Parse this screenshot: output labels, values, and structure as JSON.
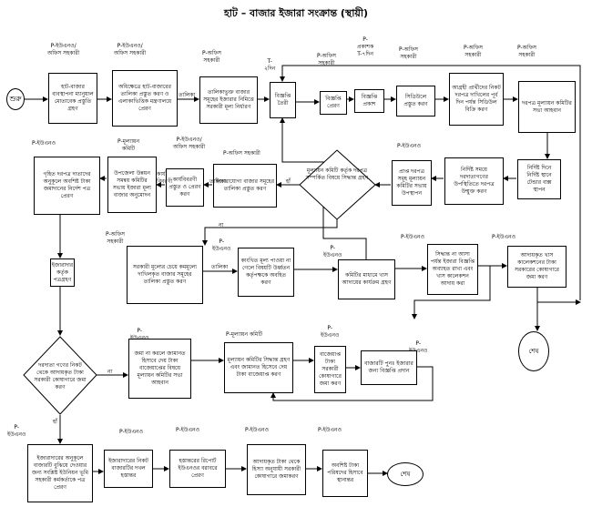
{
  "title": "হাট – বাজার ইজারা সংক্রান্ত (স্থায়ী)",
  "start_label": "শুরু",
  "end_label": "শেষ",
  "actors": {
    "a1": "P-ইউএনও/\nঅফিস সহকারী",
    "a2": "P-ইউএনও/\nঅফিস সহকারী",
    "a3": "P-অফিস\nসহকারী",
    "a4": "T-\n২দিন",
    "a5": "P-অফিস\nসহকারী",
    "a6": "P-\nপ্রকাশক\nT-৭দিন",
    "a7": "P-অফিস\nসহকারী",
    "a8": "P-অফিস\nসহকারী",
    "a9": "P-অফিস\nসহকারী",
    "b1": "P-ইউএনও",
    "b2": "P-মূল্যায়ন\nকমিটি",
    "b3": "P-ইউএনও/\nঅফিস সহকারী",
    "b4": "P-অফিস সহকারী",
    "b5": "P-ইউএনও",
    "c1": "P-অফিস\nসহকারী",
    "c2": "P-\nইউএনও",
    "c3": "P-\nইউএনও",
    "c4": "P-ইউএনও",
    "c5": "P-ইউএনও",
    "d1": "P-\nইউএনও",
    "d2": "P-মূল্যায়ন কমিটি",
    "d3": "P-\nইউএনও",
    "d4": "P-\nইউএনও",
    "e1": "P-\nইউএনও",
    "e2": "P-ইউএনও",
    "e3": "P-ইউএনও",
    "e4": "P-ইউএনও",
    "e5": "P-ইউএনও"
  },
  "boxes": {
    "r1b1": "হাট-বাজার ব্যবস্থাপনা ম্যানুয়াল মোতাবেক প্রস্তুতি গ্রহণ",
    "r1b2": "অধিক্ষেত্রে হাট-বাজারের তালিকা প্রস্তুত করণ ও এলাকাভিত্তিক মন্ত্রণালয়ে প্রেরণ",
    "r1b3": "তালিকাভুক্ত বাজার সমূহের ইজারার নিমিত্তে সরকারী মূল্য নির্ধারণ",
    "r1b4": "বিজ্ঞপ্তি তৈরী",
    "r1b5": "বিজ্ঞপ্তি প্রেরণ",
    "r1b6": "বিজ্ঞপ্তি প্রকাশ",
    "r1b7": "সিডিউলে প্রস্তুত করণ",
    "r1b8": "আগ্রহী প্রার্থীদের নিকট দরপত্র দাখিলের পূর্ব দিন পর্যন্ত সিডিউল বিক্রি করণ",
    "r1b9": "দরপত্র মূল্যায়ন কমিটির সভা আহবান",
    "r2b1": "গৃহিত দরপত্র দাতাদের অনুকূলে অবশিষ্ট টাকা জমাদানের নির্দেশ পত্র প্রেরণ",
    "r2b2": "উপজেলা উন্নয়ন সমন্বয় কমিটির সভায় ইজারা মূল্য বাজার অনুমোদন",
    "r2b3": "কার্যবিবরণী প্রস্তুত ও প্রেরণ করণ",
    "r2b4": "ইজারাযোগ্য বাজার সমূহের তালিকা প্রস্তুত করণ",
    "r2b5": "প্রাপ্ত দরপত্র সমূহ মূল্যায়ন কমিটির সভায় উপস্থাপন",
    "r2b6": "নির্দিষ্ট সময়ে দরদাতাগণের উপস্থিতিতে দরপত্র উন্মুক্ত করণ",
    "r2b7": "নির্দিষ্ট দিনে নির্দিষ্ট স্থানে টেন্ডার বাক্স স্থাপন",
    "r2d": "মূল্যায়ন কমিটি কর্তৃক দরপত্র সম্পর্কিত বিষয়ে সিদ্ধান্ত গ্রহণ",
    "r3b1": "ইজারাদার কর্তৃক পত্রগ্রহণ",
    "r3b2": "সরকারী মূল্যের চেয়ে কমমূল্যে দাখিলকৃত বাজার সমূহের তালিকা প্রস্তুত করণ",
    "r3b3": "কাংখিত মূল্য পাওয়া না গেলে বিষয়টি উর্ধ্বতন কর্তৃপক্ষকে অবহিত করণ",
    "r3b4": "কমিটির মাধ্যমে খাস আদায়ের কার্যক্রম গ্রহণ",
    "r3b5": "সিদ্ধান্ত না আসা পর্যন্ত ইজারা বিজ্ঞপ্তি অব্যাহত রাখা এবং খাস কালেকশন আদায় করা",
    "r3b6": "আদায়কৃত খাস কালেকশনের টাকা সরকারের কোষাগারে জমা করণ",
    "r4d": "দরদাতা গণের নিকট থেকে আদায়কৃত টাকা সরকারী কোষাগারে জমা করণ",
    "r4b1": "জমা না করলে জামানত হিসাবে দেয় টাকা বাজেয়াপ্তের বিষয়ে মূল্যায়ন কমিটির সভা আহবান",
    "r4b2": "মূল্যায়ন কমিটির সিদ্ধান্ত গ্রহণ এবং জামানত হিসেবে দেয় টাকা বাজেয়াপ্ত করণ",
    "r4b3": "বাজেয়াপ্ত টাকা সরকারী কোষাগারে জমা করণ",
    "r4b4": "বাজারটি পুনঃ ইজারার জন্য বিজ্ঞপ্তি প্রদান",
    "r5b1": "ইজারাদারের অনুকূলে বাজারটি বুঝিয়ে দেওয়ার জন্য সংশ্লিষ্ট ইউনিয়ন ভূমি সহকারী কর্মকর্তাকে পত্র প্রেরণ",
    "r5b2": "ইজারাদারের নিকট বাজারটির দখল হস্তান্তর",
    "r5b3": "হস্তান্তরের রিপোর্ট ইউএনওর বরাবরে প্রেরণ",
    "r5b4": "আদায়কৃত টাকা থেকে হিস্যা অনুযায়ী সরকারী কোষাগারে জমাকরণ",
    "r5b5": "অবশিষ্ট টাকা পরিষদের হিসাবে স্থানান্তর"
  },
  "labels": {
    "talika1": "তালিকা",
    "talika2": "তালিকা",
    "talika3": "তালিকা",
    "karjo": "কার্য\nবিবরণী",
    "ha1": "হাঁ",
    "na1": "না",
    "na2": "না",
    "ha2": "হাঁ"
  }
}
